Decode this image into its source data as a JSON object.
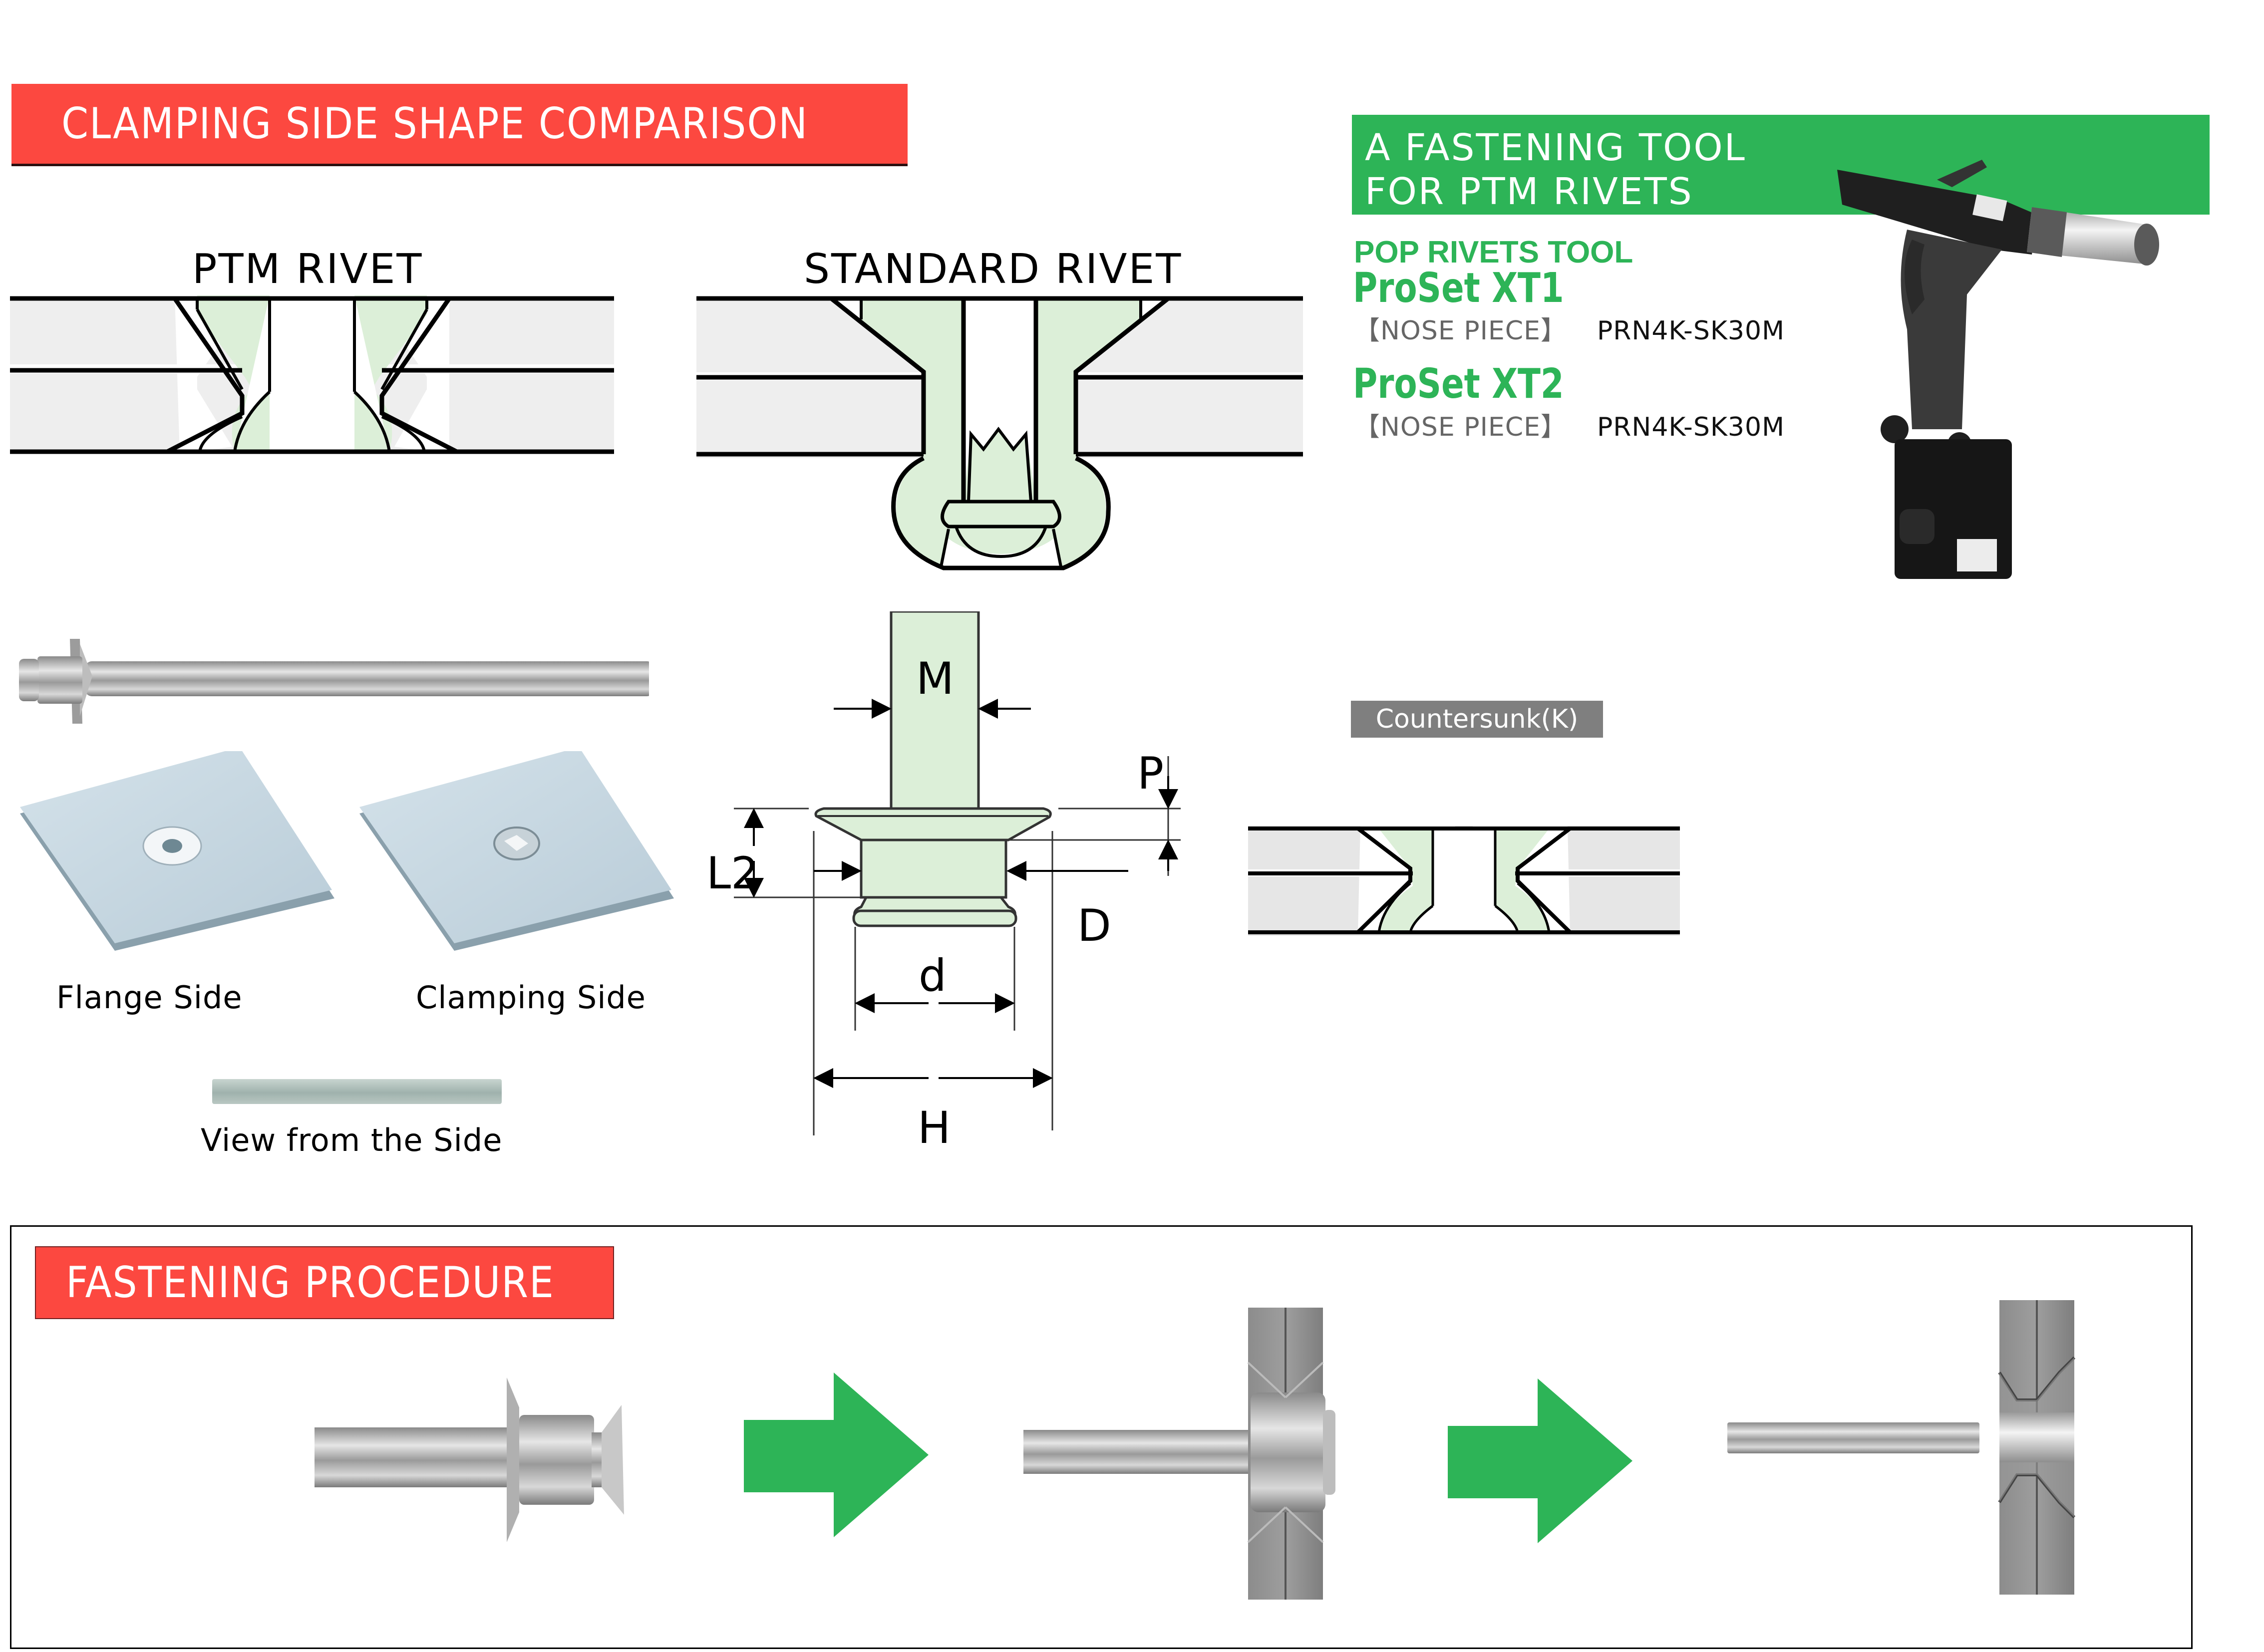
{
  "clamping_section": {
    "title": "CLAMPING SIDE SHAPE COMPARISON",
    "ptm_rivet_label": "PTM RIVET",
    "standard_rivet_label": "STANDARD RIVET",
    "photo_captions": {
      "flange_side": "Flange Side",
      "clamping_side": "Clamping Side",
      "side_view": "View from the Side"
    },
    "dimension_labels": {
      "m": "M",
      "p": "P",
      "l2": "L2",
      "d_upper": "D",
      "d_lower": "d",
      "h": "H"
    },
    "countersunk_badge": "Countersunk(K)"
  },
  "tool_section": {
    "banner_line1": "A FASTENING TOOL",
    "banner_line2": "FOR PTM RIVETS",
    "tool_category": "POP RIVETS TOOL",
    "tools": [
      {
        "name": "ProSet XT1",
        "nose_label": "【NOSE PIECE】",
        "nose_part": "PRN4K-SK30M"
      },
      {
        "name": "ProSet XT2",
        "nose_label": "【NOSE PIECE】",
        "nose_part": "PRN4K-SK30M"
      }
    ]
  },
  "procedure_section": {
    "title": "FASTENING PROCEDURE",
    "steps": [
      "insert-rivet",
      "set-in-plates",
      "mandrel-pulled-and-broken"
    ]
  },
  "colors": {
    "red_accent": "#fc4840",
    "green_accent": "#2db457",
    "rivet_fill": "#dcefd8",
    "plate_fill": "#eeeeee",
    "badge_gray": "#7f7f7f"
  }
}
